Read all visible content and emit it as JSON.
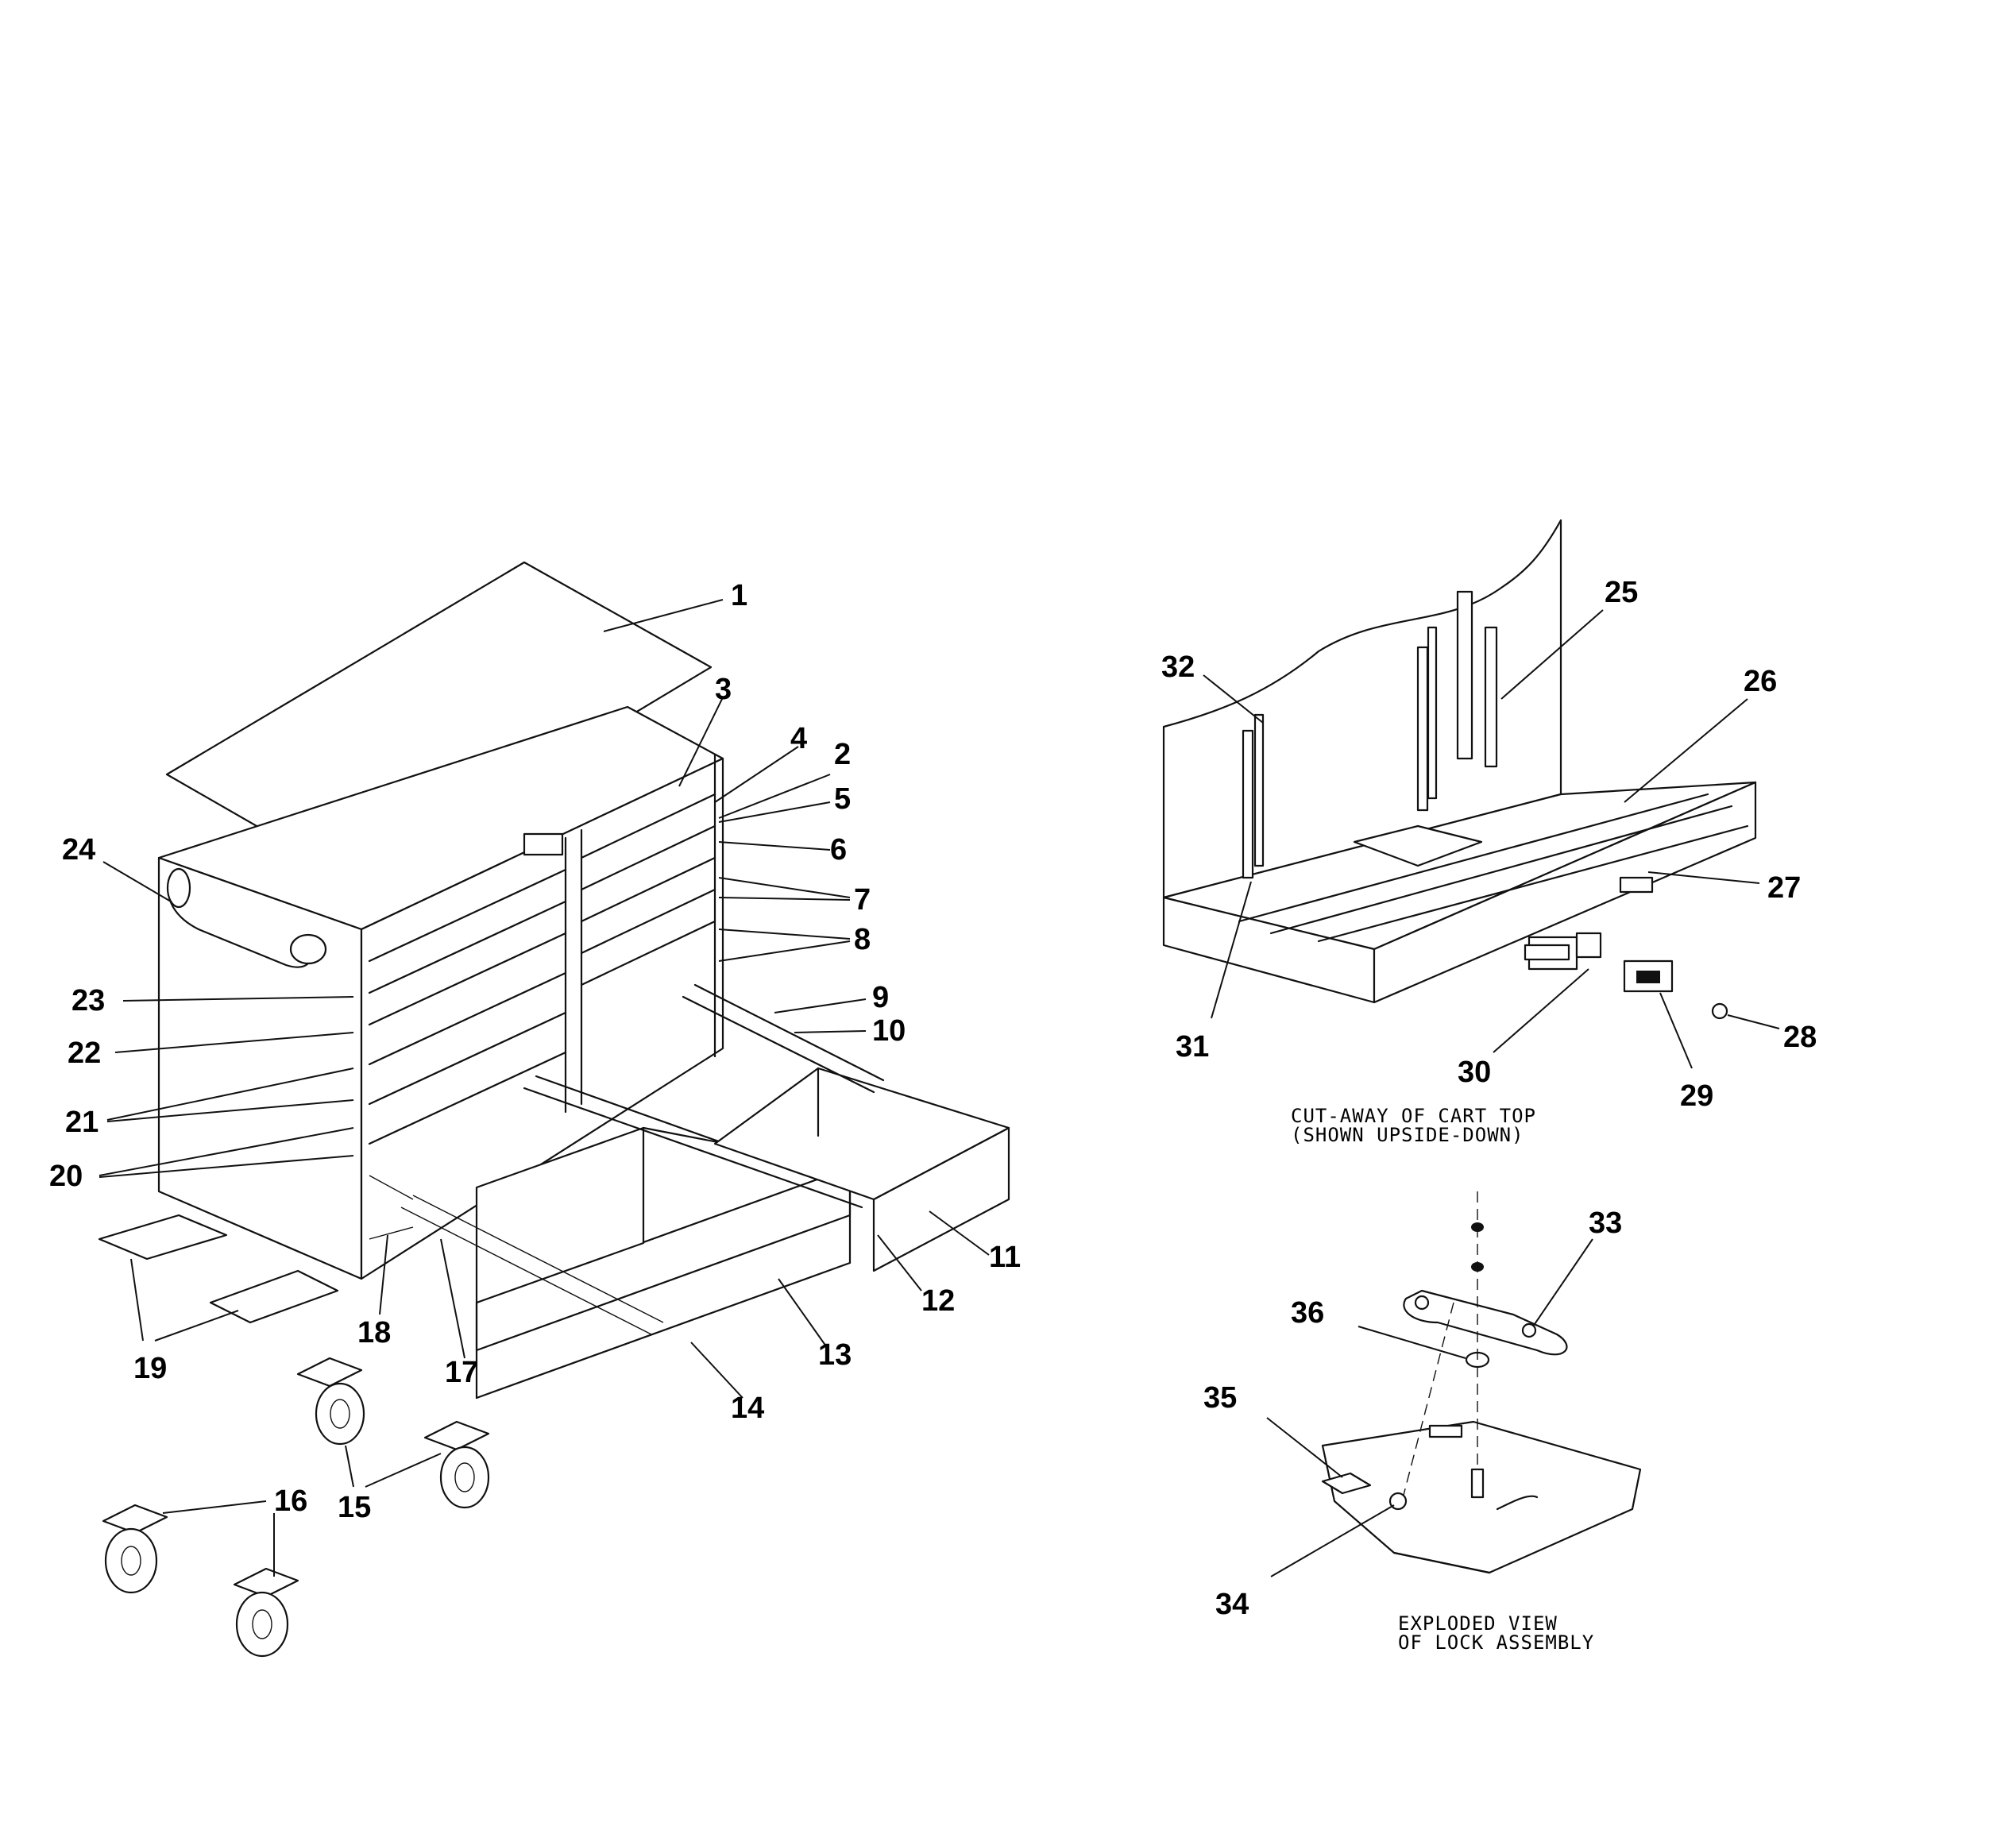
{
  "callouts": {
    "c1": "1",
    "c2": "2",
    "c3": "3",
    "c4": "4",
    "c5": "5",
    "c6": "6",
    "c7": "7",
    "c8": "8",
    "c9": "9",
    "c10": "10",
    "c11": "11",
    "c12": "12",
    "c13": "13",
    "c14": "14",
    "c15": "15",
    "c16": "16",
    "c17": "17",
    "c18": "18",
    "c19": "19",
    "c20": "20",
    "c21": "21",
    "c22": "22",
    "c23": "23",
    "c24": "24",
    "c25": "25",
    "c26": "26",
    "c27": "27",
    "c28": "28",
    "c29": "29",
    "c30": "30",
    "c31": "31",
    "c32": "32",
    "c33": "33",
    "c34": "34",
    "c35": "35",
    "c36": "36"
  },
  "captions": {
    "cart_top_line1": "CUT-AWAY OF CART TOP",
    "cart_top_line2": "(SHOWN UPSIDE-DOWN)",
    "lock_line1": "EXPLODED VIEW",
    "lock_line2": "OF LOCK ASSEMBLY"
  }
}
